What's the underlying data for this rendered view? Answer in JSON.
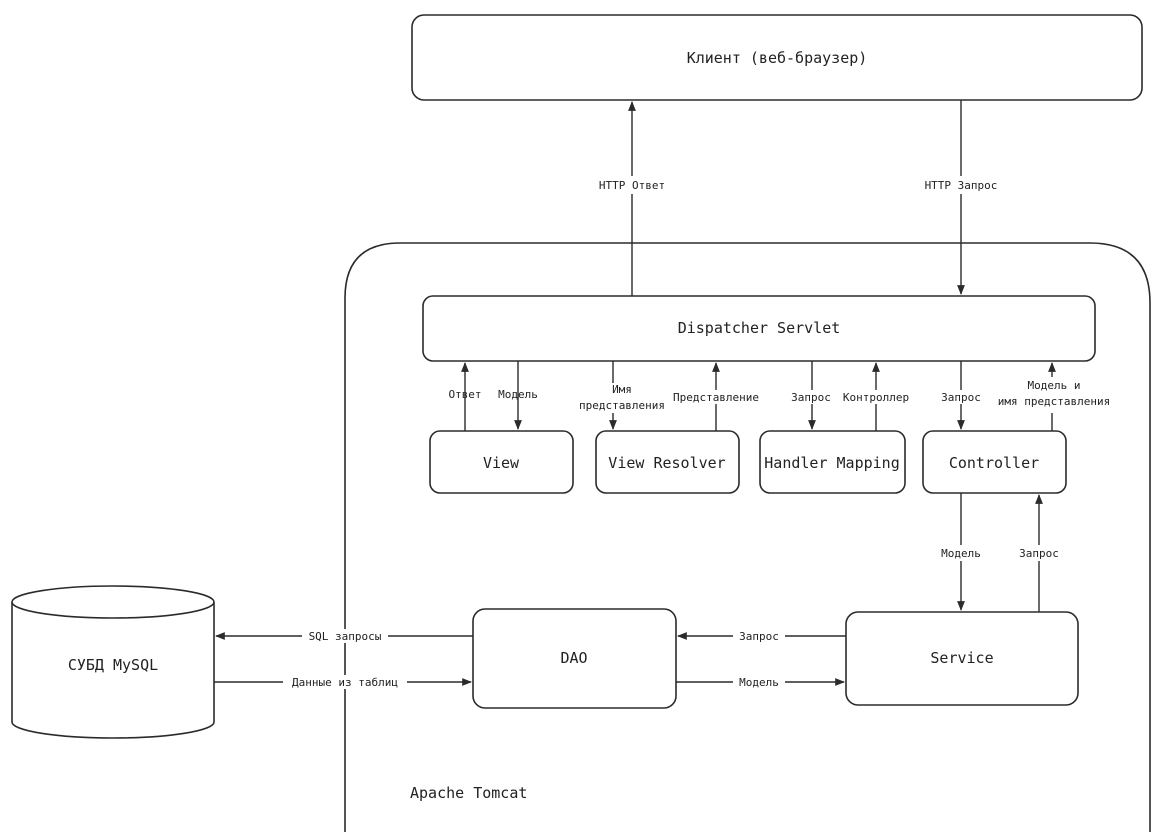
{
  "diagram": {
    "client": "Клиент (веб-браузер)",
    "container": "Apache Tomcat",
    "dispatcher": "Dispatcher Servlet",
    "view": "View",
    "view_resolver": "View Resolver",
    "handler_mapping": "Handler Mapping",
    "controller": "Controller",
    "service": "Service",
    "dao": "DAO",
    "database": "СУБД MySQL",
    "edges": {
      "http_response": "HTTP Ответ",
      "http_request": "HTTP Запрос",
      "view_response": "Ответ",
      "view_model": "Модель",
      "vr_view_name_1": "Имя",
      "vr_view_name_2": "представления",
      "vr_view": "Представление",
      "hm_request": "Запрос",
      "hm_controller": "Контроллер",
      "ctrl_request": "Запрос",
      "ctrl_model_view_1": "Модель и",
      "ctrl_model_view_2": "имя представления",
      "service_model": "Модель",
      "service_request": "Запрос",
      "dao_request": "Запрос",
      "dao_model": "Модель",
      "sql_queries": "SQL запросы",
      "table_data": "Данные из таблиц"
    }
  }
}
